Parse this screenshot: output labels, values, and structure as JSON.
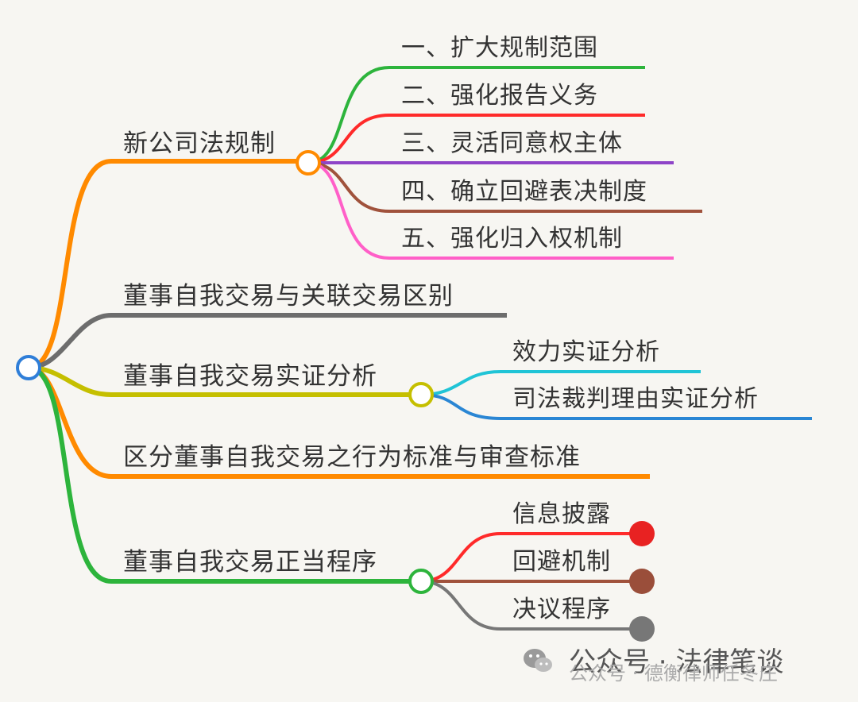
{
  "mindmap": {
    "colors": {
      "root": "#2f7ed8",
      "orange": "#ff8a00",
      "gray": "#6d6d6d",
      "olive": "#c5bf00",
      "green": "#2db43c",
      "red": "#ff2a2a",
      "purple": "#8e44c8",
      "brown": "#a0523c",
      "pink": "#ff5fc8",
      "cyan": "#20c4d6",
      "blue": "#2a86d4",
      "dgray": "#777777"
    },
    "branches": [
      {
        "label": "新公司法规制",
        "children": [
          "一、扩大规制范围",
          "二、强化报告义务",
          "三、灵活同意权主体",
          "四、确立回避表决制度",
          "五、强化归入权机制"
        ]
      },
      {
        "label": "董事自我交易与关联交易区别"
      },
      {
        "label": "董事自我交易实证分析",
        "children": [
          "效力实证分析",
          "司法裁判理由实证分析"
        ]
      },
      {
        "label": "区分董事自我交易之行为标准与审查标准"
      },
      {
        "label": "董事自我交易正当程序",
        "children": [
          "信息披露",
          "回避机制",
          "决议程序"
        ]
      }
    ]
  },
  "watermark": {
    "line1": "公众号 · 法律笔谈",
    "line2": "公众号 · 德衡律师任冬庄"
  }
}
